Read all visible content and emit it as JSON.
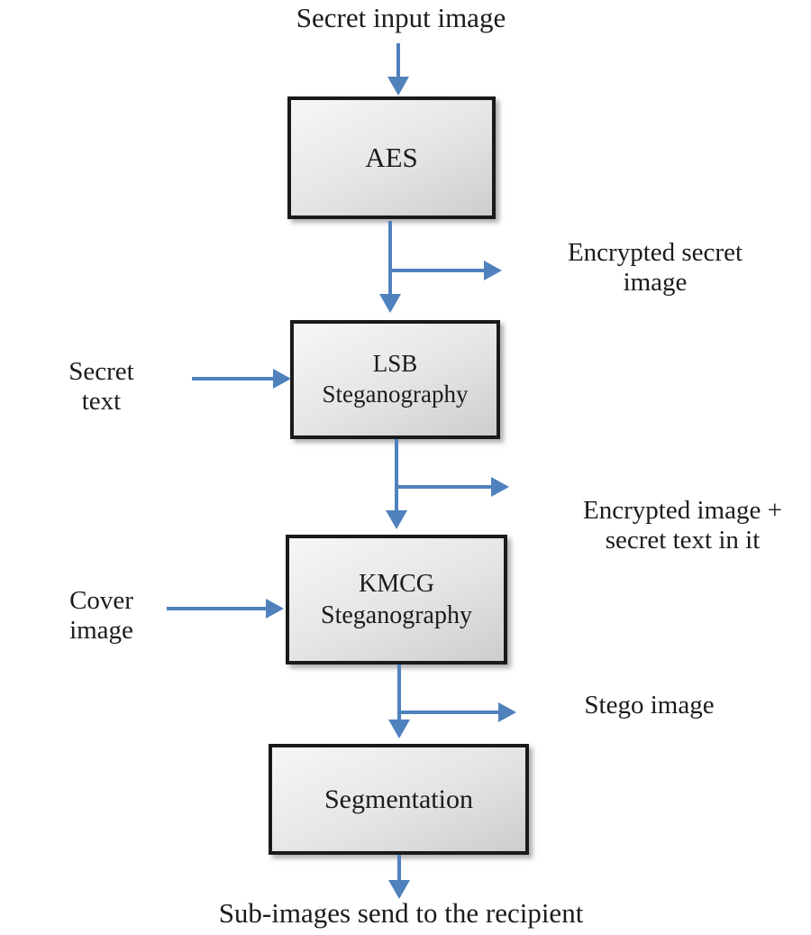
{
  "diagram": {
    "top_label": "Secret input image",
    "boxes": [
      {
        "id": "aes",
        "label": "AES"
      },
      {
        "id": "lsb",
        "label": "LSB\nSteganography"
      },
      {
        "id": "kmcg",
        "label": "KMCG\nSteganography"
      },
      {
        "id": "segmentation",
        "label": "Segmentation"
      }
    ],
    "side_labels": {
      "encrypted_secret_image": "Encrypted secret\nimage",
      "secret_text": "Secret\ntext",
      "encrypted_image_plus_text": "Encrypted image +\nsecret text in it",
      "cover_image": "Cover\nimage",
      "stego_image": "Stego image"
    },
    "bottom_label": "Sub-images send to the recipient"
  },
  "colors": {
    "arrow_color": "#4f81bd",
    "box_border": "#1a1a1a",
    "box_fill_light": "#f7f7f7",
    "box_fill_mid": "#e4e4e4",
    "box_fill_dark": "#cdcdcd",
    "text_color": "#1c1c1c",
    "background": "#ffffff"
  }
}
